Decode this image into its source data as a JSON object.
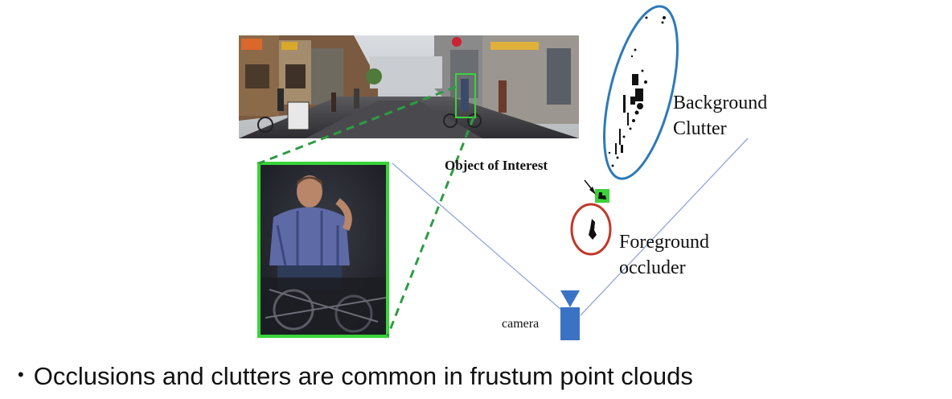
{
  "labels": {
    "background_clutter": [
      "Background",
      "Clutter"
    ],
    "foreground_occluder": [
      "Foreground",
      "occluder"
    ],
    "object_of_interest": "Object of Interest",
    "camera": "camera"
  },
  "bullet": "Occlusions and clutters are common in frustum point clouds",
  "colors": {
    "highlight_box": "#39d43a",
    "background_ellipse": "#2e7ab8",
    "foreground_ellipse": "#c0392b",
    "frustum_lines": "#8fa6dd",
    "camera": "#3a73c4",
    "points": "#111111"
  },
  "icons": {
    "camera": "camera-icon"
  }
}
